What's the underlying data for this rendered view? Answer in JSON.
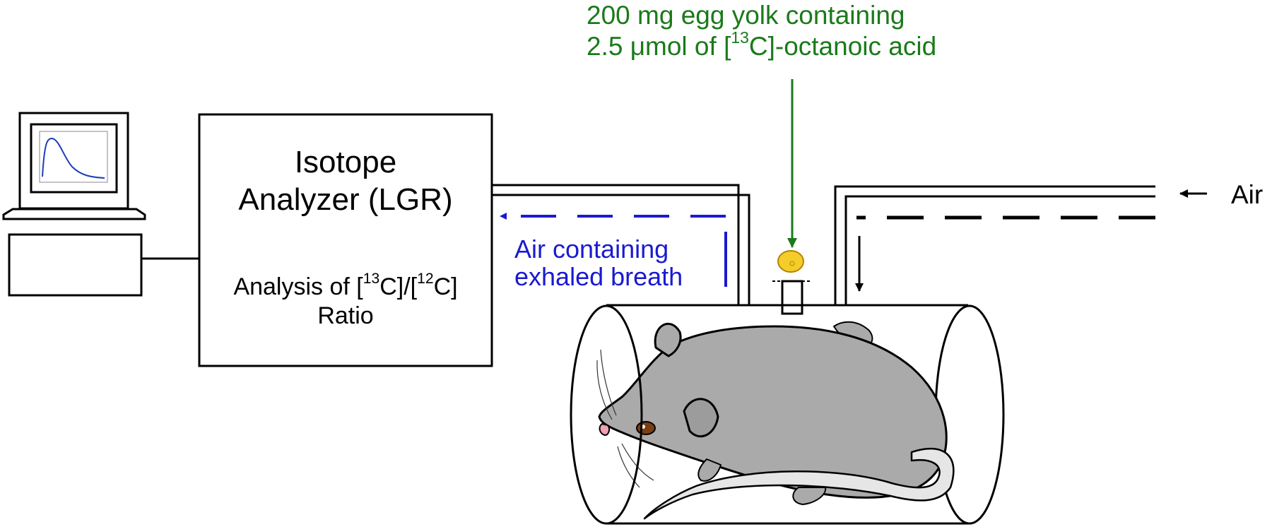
{
  "substrate": {
    "line1": "200 mg egg yolk containing",
    "line2_pre": "2.5 μmol of [",
    "line2_sup": "13",
    "line2_post": "C]-octanoic acid"
  },
  "analyzer": {
    "title_line1": "Isotope",
    "title_line2": "Analyzer (LGR)",
    "sub_pre": "Analysis of [",
    "sub_sup1": "13",
    "sub_mid": "C]/[",
    "sub_sup2": "12",
    "sub_post": "C]",
    "sub_line2": "Ratio"
  },
  "breath": {
    "line1": "Air containing",
    "line2": "exhaled breath"
  },
  "air_label": "Air",
  "colors": {
    "substrate_text": "#1a7a1a",
    "breath_text": "#1a1ad0",
    "mouse_body": "#aaaaaa",
    "egg_yolk": "#f5cc2a",
    "screen_curve": "#1a3fb8"
  }
}
